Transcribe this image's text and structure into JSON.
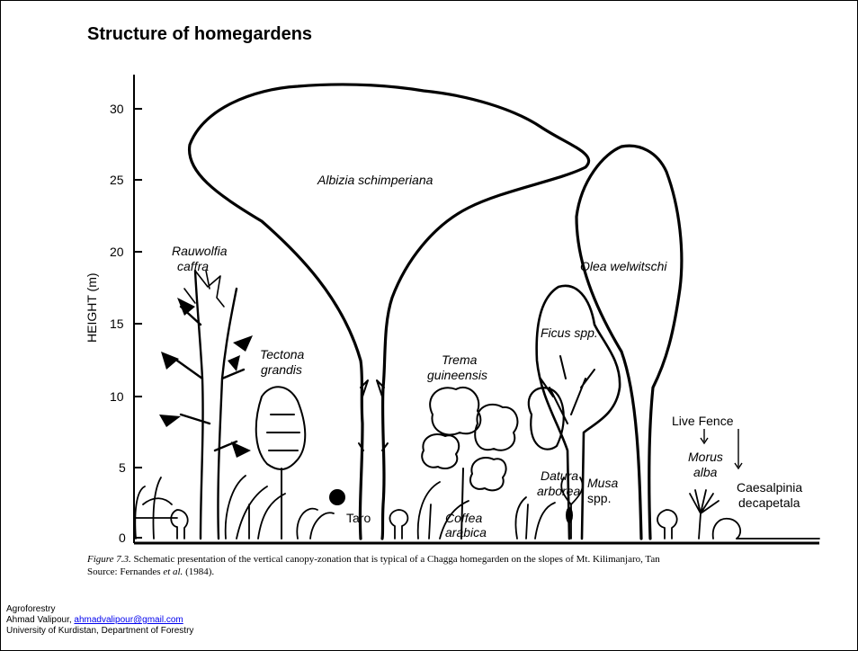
{
  "slide": {
    "title": "Structure of homegardens"
  },
  "diagram": {
    "y_axis_label": "HEIGHT (m)",
    "y_ticks": [
      "0",
      "5",
      "10",
      "15",
      "20",
      "25",
      "30"
    ],
    "plants": {
      "albizia": "Albizia schimperiana",
      "rauwolfia_1": "Rauwolfia",
      "rauwolfia_2": "caffra",
      "tectona_1": "Tectona",
      "tectona_2": "grandis",
      "trema_1": "Trema",
      "trema_2": "guineensis",
      "olea": "Olea welwitschi",
      "ficus": "Ficus spp.",
      "datura_1": "Datura",
      "datura_2": "arborea",
      "musa_1": "Musa",
      "musa_2": "spp.",
      "taro": "Taro",
      "coffea_1": "Coffea",
      "coffea_2": "arabica",
      "live_fence": "Live Fence",
      "morus_1": "Morus",
      "morus_2": "alba",
      "caesalpinia_1": "Caesalpinia",
      "caesalpinia_2": "decapetala"
    }
  },
  "caption": {
    "figure_label": "Figure 7.3.",
    "text_line1": " Schematic presentation of the vertical canopy-zonation that is typical of a Chagga homegarden on the slopes of Mt. Kilimanjaro, Tan",
    "source_prefix": "Source: Fernandes ",
    "source_etal": "et al.",
    "source_suffix": " (1984)."
  },
  "footer": {
    "line1": "Agroforestry",
    "author": "Ahmad Valipour, ",
    "email": "ahmadvalipour@gmail.com",
    "line3": "University of Kurdistan, Department of Forestry"
  }
}
